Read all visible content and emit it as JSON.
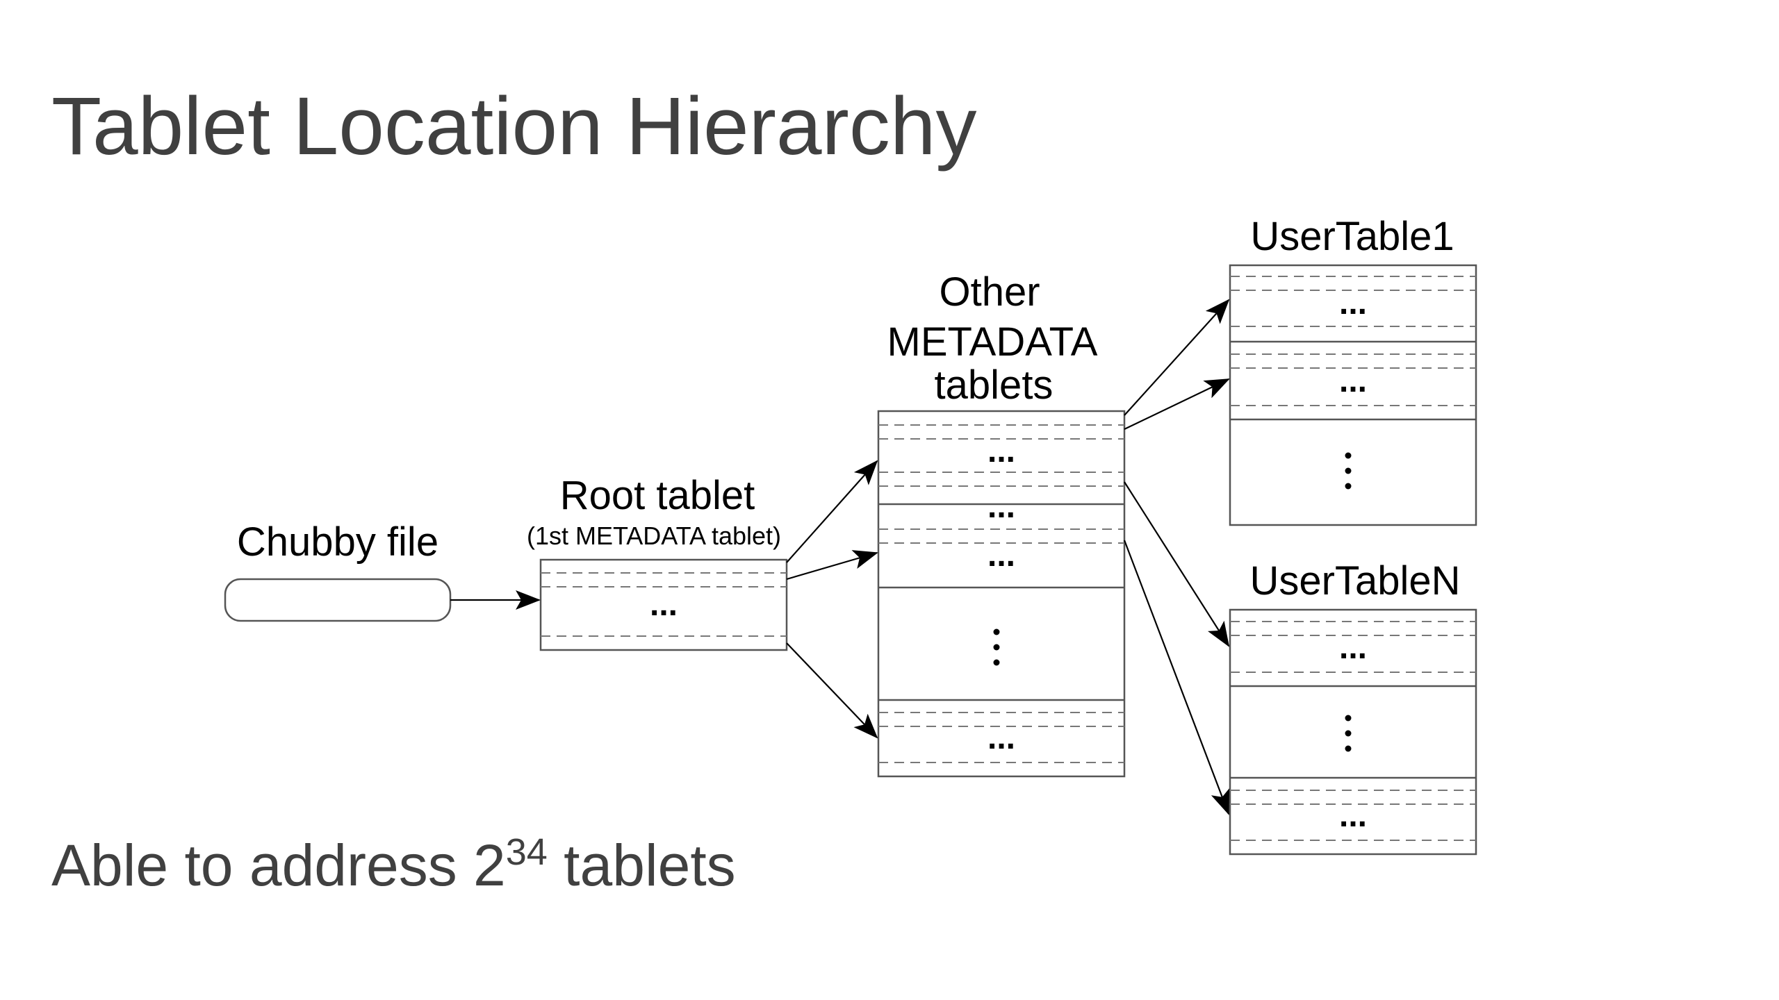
{
  "title": "Tablet Location Hierarchy",
  "footnote": {
    "prefix": "Able to address 2",
    "exponent": "34",
    "suffix": " tablets"
  },
  "diagram": {
    "chubby_file": {
      "label": "Chubby file"
    },
    "root_tablet": {
      "label": "Root tablet",
      "sublabel": "(1st METADATA tablet)",
      "rows": [
        "..."
      ]
    },
    "metadata_tablets": {
      "label_lines": [
        "Other",
        "METADATA",
        "tablets"
      ],
      "rows": [
        "...",
        "...",
        "...",
        "..."
      ]
    },
    "user_table_1": {
      "label": "UserTable1",
      "rows": [
        "...",
        "..."
      ]
    },
    "user_table_n": {
      "label": "UserTableN",
      "rows": [
        "...",
        "..."
      ]
    }
  }
}
